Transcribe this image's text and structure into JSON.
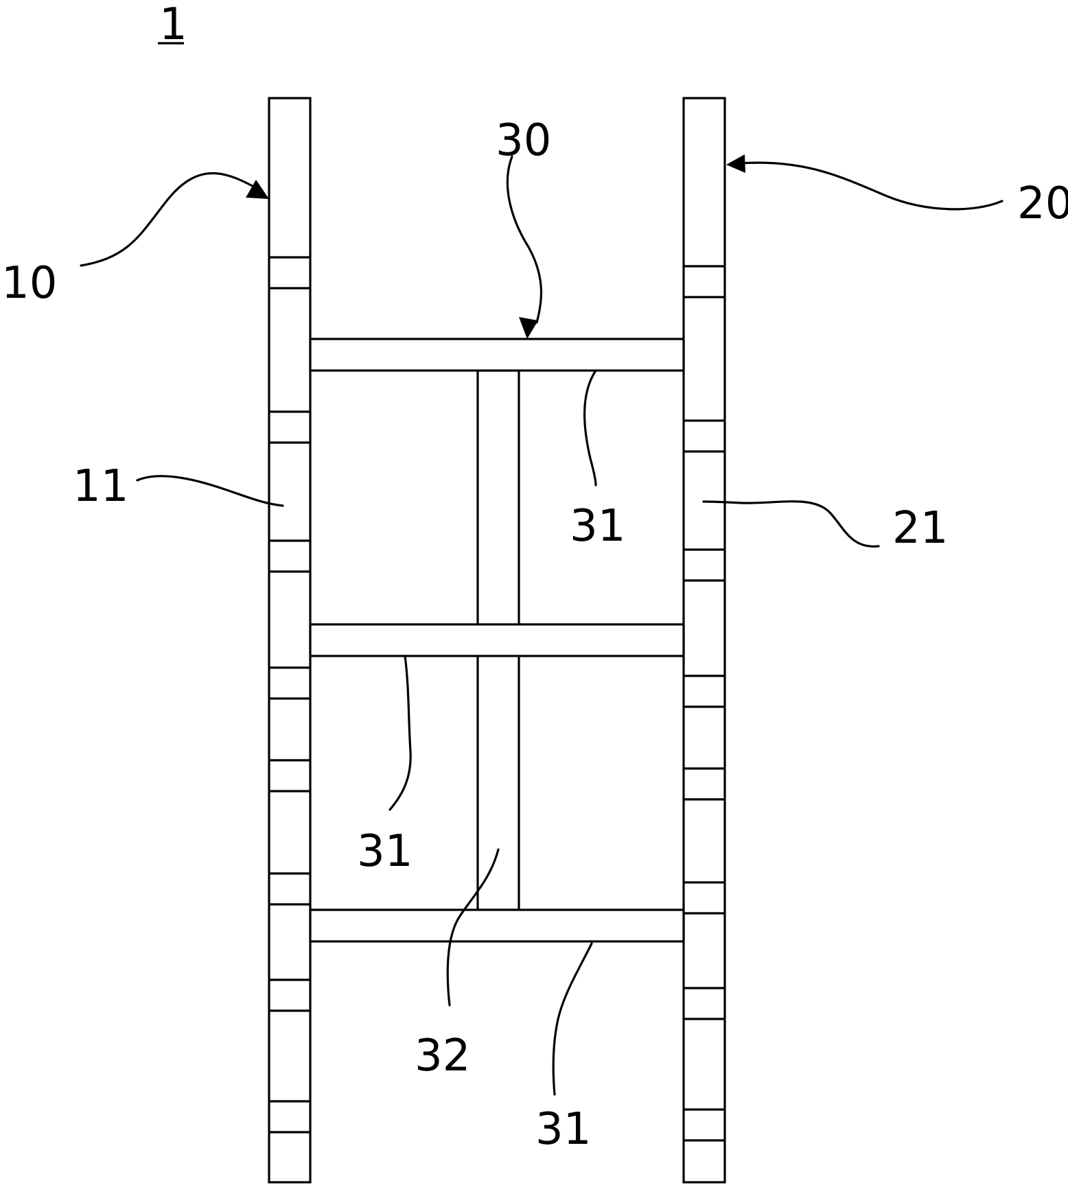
{
  "figure_number": "1",
  "labels": {
    "left_rail": "10",
    "left_holes": "11",
    "right_rail": "20",
    "right_holes": "21",
    "crossbar_assembly": "30",
    "crossbar_top": "31",
    "crossbar_middle": "31",
    "crossbar_bottom": "31",
    "center_post": "32"
  }
}
